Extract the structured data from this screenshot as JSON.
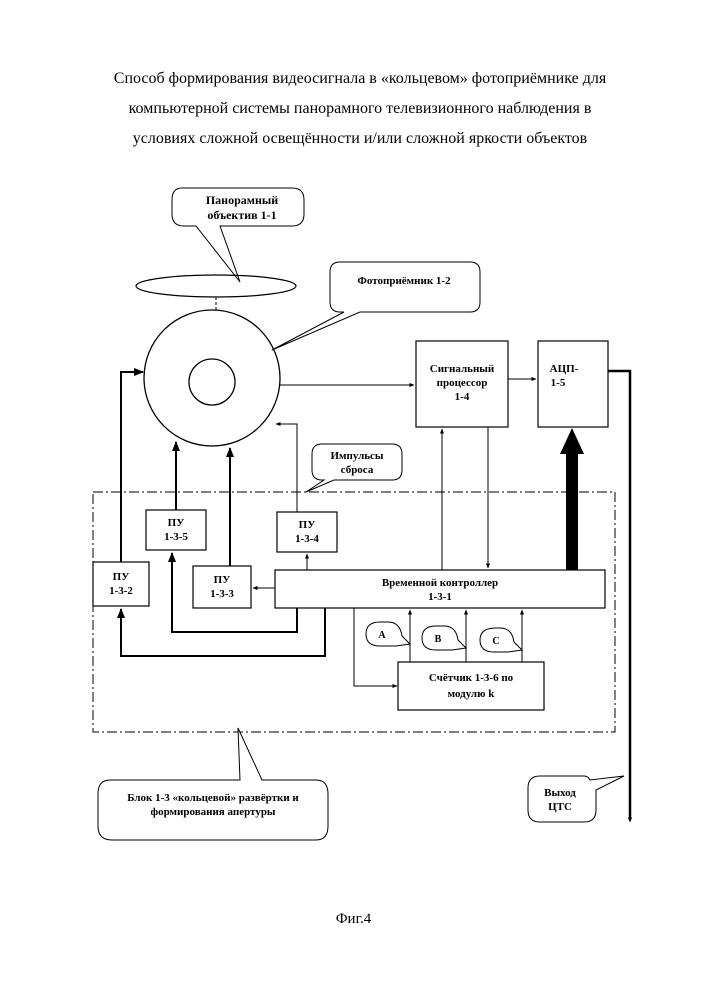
{
  "title": {
    "line1": "Способ формирования видеосигнала в «кольцевом» фотоприёмнике для",
    "line2": "компьютерной  системы панорамного телевизионного наблюдения в",
    "line3": "условиях сложной освещённости и/или сложной яркости объектов"
  },
  "callouts": {
    "panoramic_lens": {
      "line1": "Панорамный",
      "line2": "объектив 1-1"
    },
    "photodetector": "Фотоприёмник 1-2",
    "reset_pulses": {
      "line1": "Импульсы",
      "line2": "сброса"
    },
    "block_1_3": {
      "line1": "Блок 1-3 «кольцевой» развёртки и",
      "line2": "формирования апертуры"
    },
    "output": {
      "line1": "Выход",
      "line2": "ЦТС"
    },
    "a": "A",
    "b": "B",
    "c": "C"
  },
  "blocks": {
    "signal_processor": {
      "line1": "Сигнальный",
      "line2": "процессор",
      "line3": "1-4"
    },
    "adc": {
      "line1": "АЦП-",
      "line2": "1-5"
    },
    "pu_1_3_2": {
      "line1": "ПУ",
      "line2": "1-3-2"
    },
    "pu_1_3_3": {
      "line1": "ПУ",
      "line2": "1-3-3"
    },
    "pu_1_3_4": {
      "line1": "ПУ",
      "line2": "1-3-4"
    },
    "pu_1_3_5": {
      "line1": "ПУ",
      "line2": "1-3-5"
    },
    "timing_controller": {
      "line1": "Временной контроллер",
      "line2": "1-3-1"
    },
    "counter": {
      "line1": "Счётчик 1-3-6 по",
      "line2": "модулю k"
    }
  },
  "figure_label": "Фиг.4"
}
